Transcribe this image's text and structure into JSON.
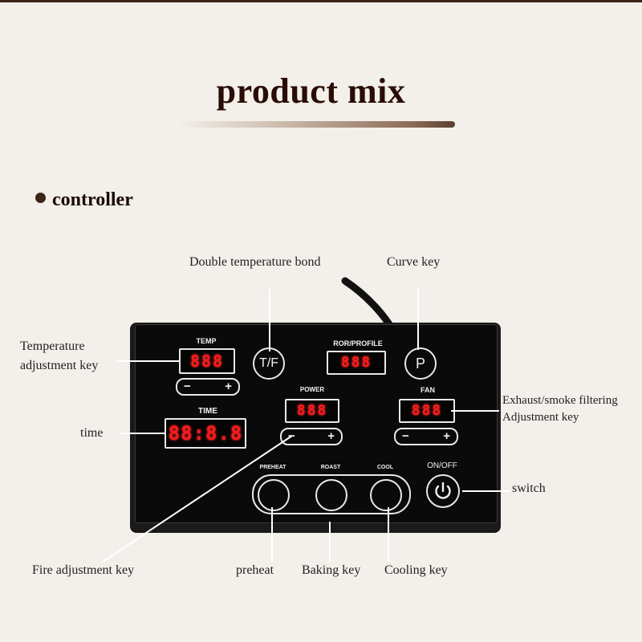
{
  "heading": {
    "title": "product mix"
  },
  "section": {
    "title": "controller"
  },
  "labels": {
    "double_temp": "Double temperature bond",
    "curve": "Curve key",
    "temp_adj_line1": "Temperature",
    "temp_adj_line2": "adjustment key",
    "time": "time",
    "exhaust_line1": "Exhaust/smoke filtering",
    "exhaust_line2": "Adjustment key",
    "switch": "switch",
    "fire": "Fire adjustment key",
    "preheat": "preheat",
    "baking": "Baking key",
    "cooling": "Cooling key"
  },
  "panel": {
    "temp_label": "TEMP",
    "temp_display": "888",
    "tf_label": "T/F",
    "ror_label": "ROR/PROFILE",
    "ror_display": "888",
    "p_label": "P",
    "time_label": "TIME",
    "time_display": "88:8.8",
    "power_label": "POWER",
    "power_display": "888",
    "fan_label": "FAN",
    "fan_display": "888",
    "minus": "−",
    "plus": "+",
    "onoff_label": "ON/OFF",
    "preheat_label": "PREHEAT",
    "roast_label": "ROAST",
    "cool_label": "COOL"
  },
  "colors": {
    "title": "#2a0c06",
    "background": "#f3efea",
    "display_red": "#ff1a1a",
    "panel": "#0a0a0a"
  }
}
